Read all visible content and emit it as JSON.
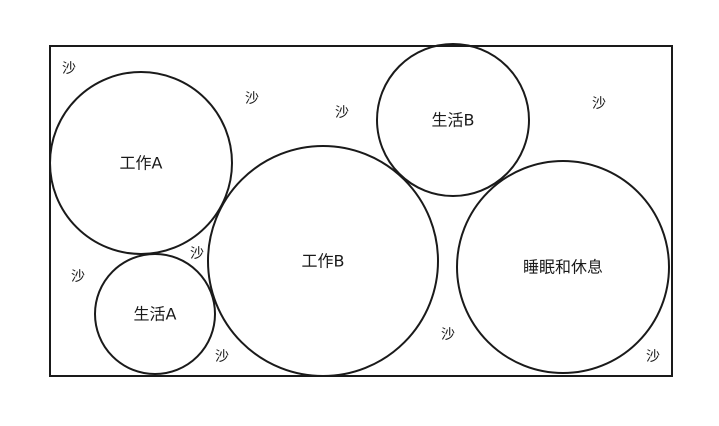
{
  "diagram": {
    "circles": [
      {
        "id": "work-a",
        "label": "工作A"
      },
      {
        "id": "life-a",
        "label": "生活A"
      },
      {
        "id": "work-b",
        "label": "工作B"
      },
      {
        "id": "life-b",
        "label": "生活B"
      },
      {
        "id": "rest",
        "label": "睡眠和休息"
      }
    ],
    "filler_label": "沙"
  },
  "style": {
    "stroke": "#1a1a1a"
  }
}
